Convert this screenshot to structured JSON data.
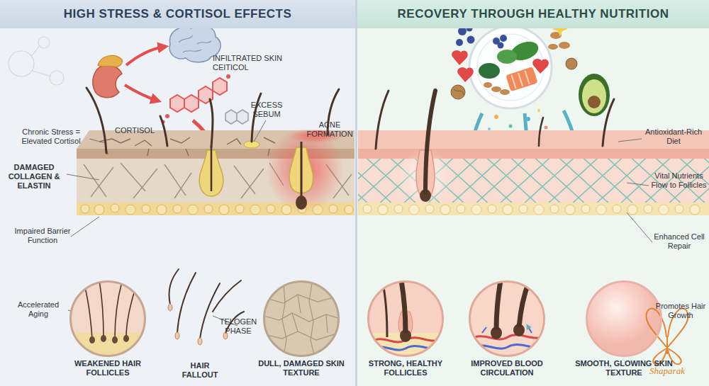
{
  "diagram": {
    "nodes": [
      {
        "text": [
          "HIGH STRESS & CORTISOL EFFECTS"
        ]
      },
      {
        "text": [
          "RECOVERY THROUGH HEALTHY NUTRITION"
        ]
      },
      {
        "text": [
          "WEAKENED HAIR FOLLICLES"
        ]
      },
      {
        "text": [
          "DULL, DAMAGED SKIN TEXTURE"
        ]
      },
      {
        "text": [
          "STRONG, HEALTHY FOLLICLES"
        ]
      },
      {
        "text": [
          "IMPROVED BLOOD CIRCULATION"
        ]
      },
      {
        "text": [
          "SMOOTH, GLOWING SKIN TEXTURE"
        ]
      }
    ],
    "labels": [
      "INFILTRATED SKIN CEITICOL",
      "CORTISOL",
      "EXCESS SEBUM",
      "ACNE FORMATION",
      "Chronic Stress = Elevated Cortisol",
      "DAMAGED COLLAGEN & ELASTIN",
      "Impaired Barrier Function",
      "Accelerated Aging",
      "TELOGEN PHASE",
      "HAIR FALLOUT",
      "Antioxidant-Rich Diet",
      "Vital Nutrients Flow to Follicles",
      "Enhanced Cell Repair",
      "Promotes Hair Growth",
      "Shaparak"
    ]
  }
}
